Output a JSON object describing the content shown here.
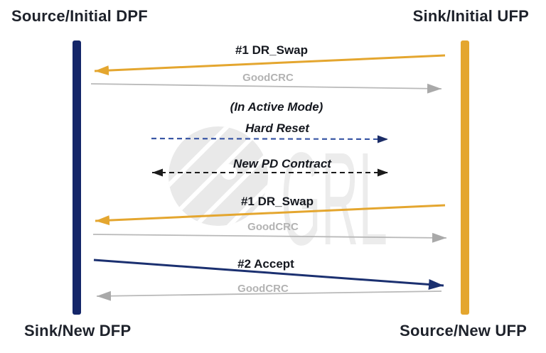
{
  "endpoints": {
    "top_left": "Source/Initial DPF",
    "top_right": "Sink/Initial UFP",
    "bottom_left": "Sink/New DFP",
    "bottom_right": "Source/New UFP"
  },
  "sequence": [
    {
      "label": "#1 DR_Swap",
      "from": "right",
      "to": "left",
      "style": "solid-gold"
    },
    {
      "label": "GoodCRC",
      "from": "left",
      "to": "right",
      "style": "solid-gray"
    },
    {
      "label": "(In Active Mode)",
      "from": "",
      "to": "",
      "style": "note"
    },
    {
      "label": "Hard Reset",
      "from": "left",
      "to": "right",
      "style": "dashed-blue"
    },
    {
      "label": "New PD Contract",
      "from": "both",
      "to": "both",
      "style": "dashed-black"
    },
    {
      "label": "#1 DR_Swap",
      "from": "right",
      "to": "left",
      "style": "solid-gold"
    },
    {
      "label": "GoodCRC",
      "from": "left",
      "to": "right",
      "style": "solid-gray"
    },
    {
      "label": "#2 Accept",
      "from": "left",
      "to": "right",
      "style": "solid-navy"
    },
    {
      "label": "GoodCRC",
      "from": "right",
      "to": "left",
      "style": "solid-gray"
    }
  ],
  "watermark": {
    "text": "GRL"
  },
  "colors": {
    "navy": "#142669",
    "navy_arrow": "#1B3070",
    "gold": "#E4A62F",
    "gray_line": "#B9B9B9",
    "gray_arrowhead": "#A9A9A9",
    "gray_text": "#B3B3B3",
    "dashed_blue": "#3A57A5",
    "dashed_blue_head": "#1B2C66",
    "dashed_black": "#1B1B1B",
    "title_text": "#1E222B",
    "message_text": "#15181F",
    "watermark_gray": "#E9E9E9",
    "watermark_text": "#ECECEC"
  }
}
